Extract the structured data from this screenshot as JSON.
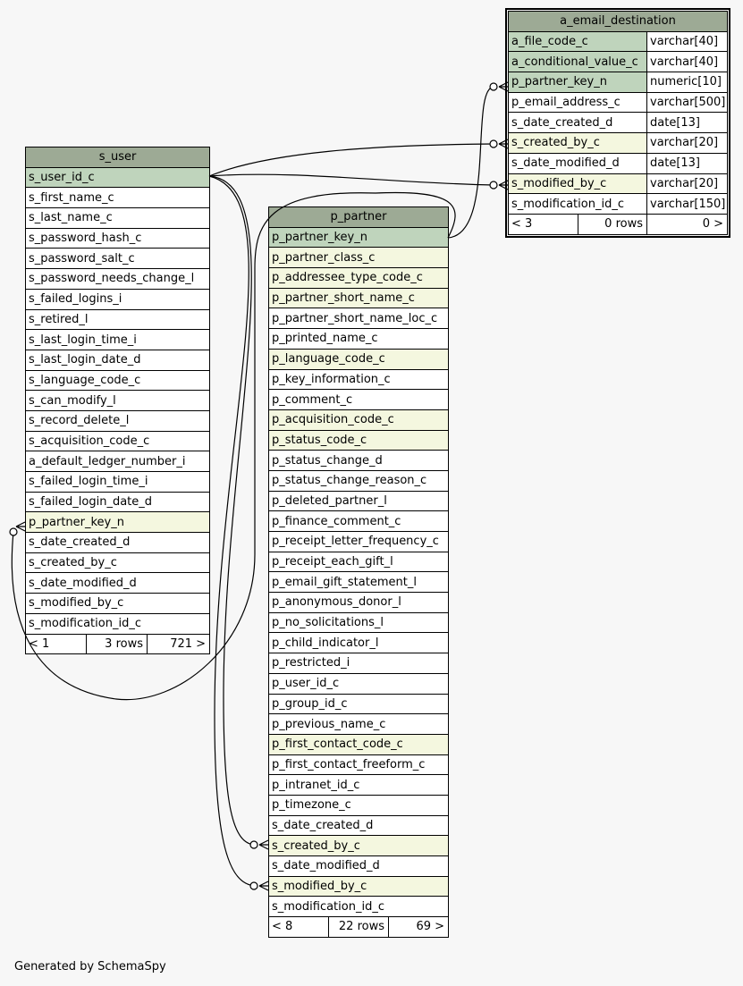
{
  "tables": {
    "s_user": {
      "title": "s_user",
      "columns": [
        {
          "name": "s_user_id_c",
          "kind": "pk"
        },
        {
          "name": "s_first_name_c",
          "kind": ""
        },
        {
          "name": "s_last_name_c",
          "kind": ""
        },
        {
          "name": "s_password_hash_c",
          "kind": ""
        },
        {
          "name": "s_password_salt_c",
          "kind": ""
        },
        {
          "name": "s_password_needs_change_l",
          "kind": ""
        },
        {
          "name": "s_failed_logins_i",
          "kind": ""
        },
        {
          "name": "s_retired_l",
          "kind": ""
        },
        {
          "name": "s_last_login_time_i",
          "kind": ""
        },
        {
          "name": "s_last_login_date_d",
          "kind": ""
        },
        {
          "name": "s_language_code_c",
          "kind": ""
        },
        {
          "name": "s_can_modify_l",
          "kind": ""
        },
        {
          "name": "s_record_delete_l",
          "kind": ""
        },
        {
          "name": "s_acquisition_code_c",
          "kind": ""
        },
        {
          "name": "a_default_ledger_number_i",
          "kind": ""
        },
        {
          "name": "s_failed_login_time_i",
          "kind": ""
        },
        {
          "name": "s_failed_login_date_d",
          "kind": ""
        },
        {
          "name": "p_partner_key_n",
          "kind": "fk"
        },
        {
          "name": "s_date_created_d",
          "kind": ""
        },
        {
          "name": "s_created_by_c",
          "kind": ""
        },
        {
          "name": "s_date_modified_d",
          "kind": ""
        },
        {
          "name": "s_modified_by_c",
          "kind": ""
        },
        {
          "name": "s_modification_id_c",
          "kind": ""
        }
      ],
      "footer": {
        "left": "< 1",
        "middle": "3 rows",
        "right": "721 >"
      }
    },
    "p_partner": {
      "title": "p_partner",
      "columns": [
        {
          "name": "p_partner_key_n",
          "kind": "pk"
        },
        {
          "name": "p_partner_class_c",
          "kind": "fk"
        },
        {
          "name": "p_addressee_type_code_c",
          "kind": "fk"
        },
        {
          "name": "p_partner_short_name_c",
          "kind": "fk"
        },
        {
          "name": "p_partner_short_name_loc_c",
          "kind": ""
        },
        {
          "name": "p_printed_name_c",
          "kind": ""
        },
        {
          "name": "p_language_code_c",
          "kind": "fk"
        },
        {
          "name": "p_key_information_c",
          "kind": ""
        },
        {
          "name": "p_comment_c",
          "kind": ""
        },
        {
          "name": "p_acquisition_code_c",
          "kind": "fk"
        },
        {
          "name": "p_status_code_c",
          "kind": "fk"
        },
        {
          "name": "p_status_change_d",
          "kind": ""
        },
        {
          "name": "p_status_change_reason_c",
          "kind": ""
        },
        {
          "name": "p_deleted_partner_l",
          "kind": ""
        },
        {
          "name": "p_finance_comment_c",
          "kind": ""
        },
        {
          "name": "p_receipt_letter_frequency_c",
          "kind": ""
        },
        {
          "name": "p_receipt_each_gift_l",
          "kind": ""
        },
        {
          "name": "p_email_gift_statement_l",
          "kind": ""
        },
        {
          "name": "p_anonymous_donor_l",
          "kind": ""
        },
        {
          "name": "p_no_solicitations_l",
          "kind": ""
        },
        {
          "name": "p_child_indicator_l",
          "kind": ""
        },
        {
          "name": "p_restricted_i",
          "kind": ""
        },
        {
          "name": "p_user_id_c",
          "kind": ""
        },
        {
          "name": "p_group_id_c",
          "kind": ""
        },
        {
          "name": "p_previous_name_c",
          "kind": ""
        },
        {
          "name": "p_first_contact_code_c",
          "kind": "fk"
        },
        {
          "name": "p_first_contact_freeform_c",
          "kind": ""
        },
        {
          "name": "p_intranet_id_c",
          "kind": ""
        },
        {
          "name": "p_timezone_c",
          "kind": ""
        },
        {
          "name": "s_date_created_d",
          "kind": ""
        },
        {
          "name": "s_created_by_c",
          "kind": "fk"
        },
        {
          "name": "s_date_modified_d",
          "kind": ""
        },
        {
          "name": "s_modified_by_c",
          "kind": "fk"
        },
        {
          "name": "s_modification_id_c",
          "kind": ""
        }
      ],
      "footer": {
        "left": "< 8",
        "middle": "22 rows",
        "right": "69 >"
      }
    },
    "a_email_destination": {
      "title": "a_email_destination",
      "columns": [
        {
          "name": "a_file_code_c",
          "type": "varchar[40]",
          "kind": "pk"
        },
        {
          "name": "a_conditional_value_c",
          "type": "varchar[40]",
          "kind": "pk"
        },
        {
          "name": "p_partner_key_n",
          "type": "numeric[10]",
          "kind": "pk"
        },
        {
          "name": "p_email_address_c",
          "type": "varchar[500]",
          "kind": ""
        },
        {
          "name": "s_date_created_d",
          "type": "date[13]",
          "kind": ""
        },
        {
          "name": "s_created_by_c",
          "type": "varchar[20]",
          "kind": "fk"
        },
        {
          "name": "s_date_modified_d",
          "type": "date[13]",
          "kind": ""
        },
        {
          "name": "s_modified_by_c",
          "type": "varchar[20]",
          "kind": "fk"
        },
        {
          "name": "s_modification_id_c",
          "type": "varchar[150]",
          "kind": ""
        }
      ],
      "footer": {
        "left": "< 3",
        "middle": "0 rows",
        "right": "0 >"
      }
    }
  },
  "generated_by": "Generated by SchemaSpy",
  "colors": {
    "title_bg": "#9daa95",
    "pk_bg": "#bfd4bc",
    "fk_bg": "#f4f7df",
    "line": "#000000",
    "page_bg": "#f7f7f7"
  }
}
